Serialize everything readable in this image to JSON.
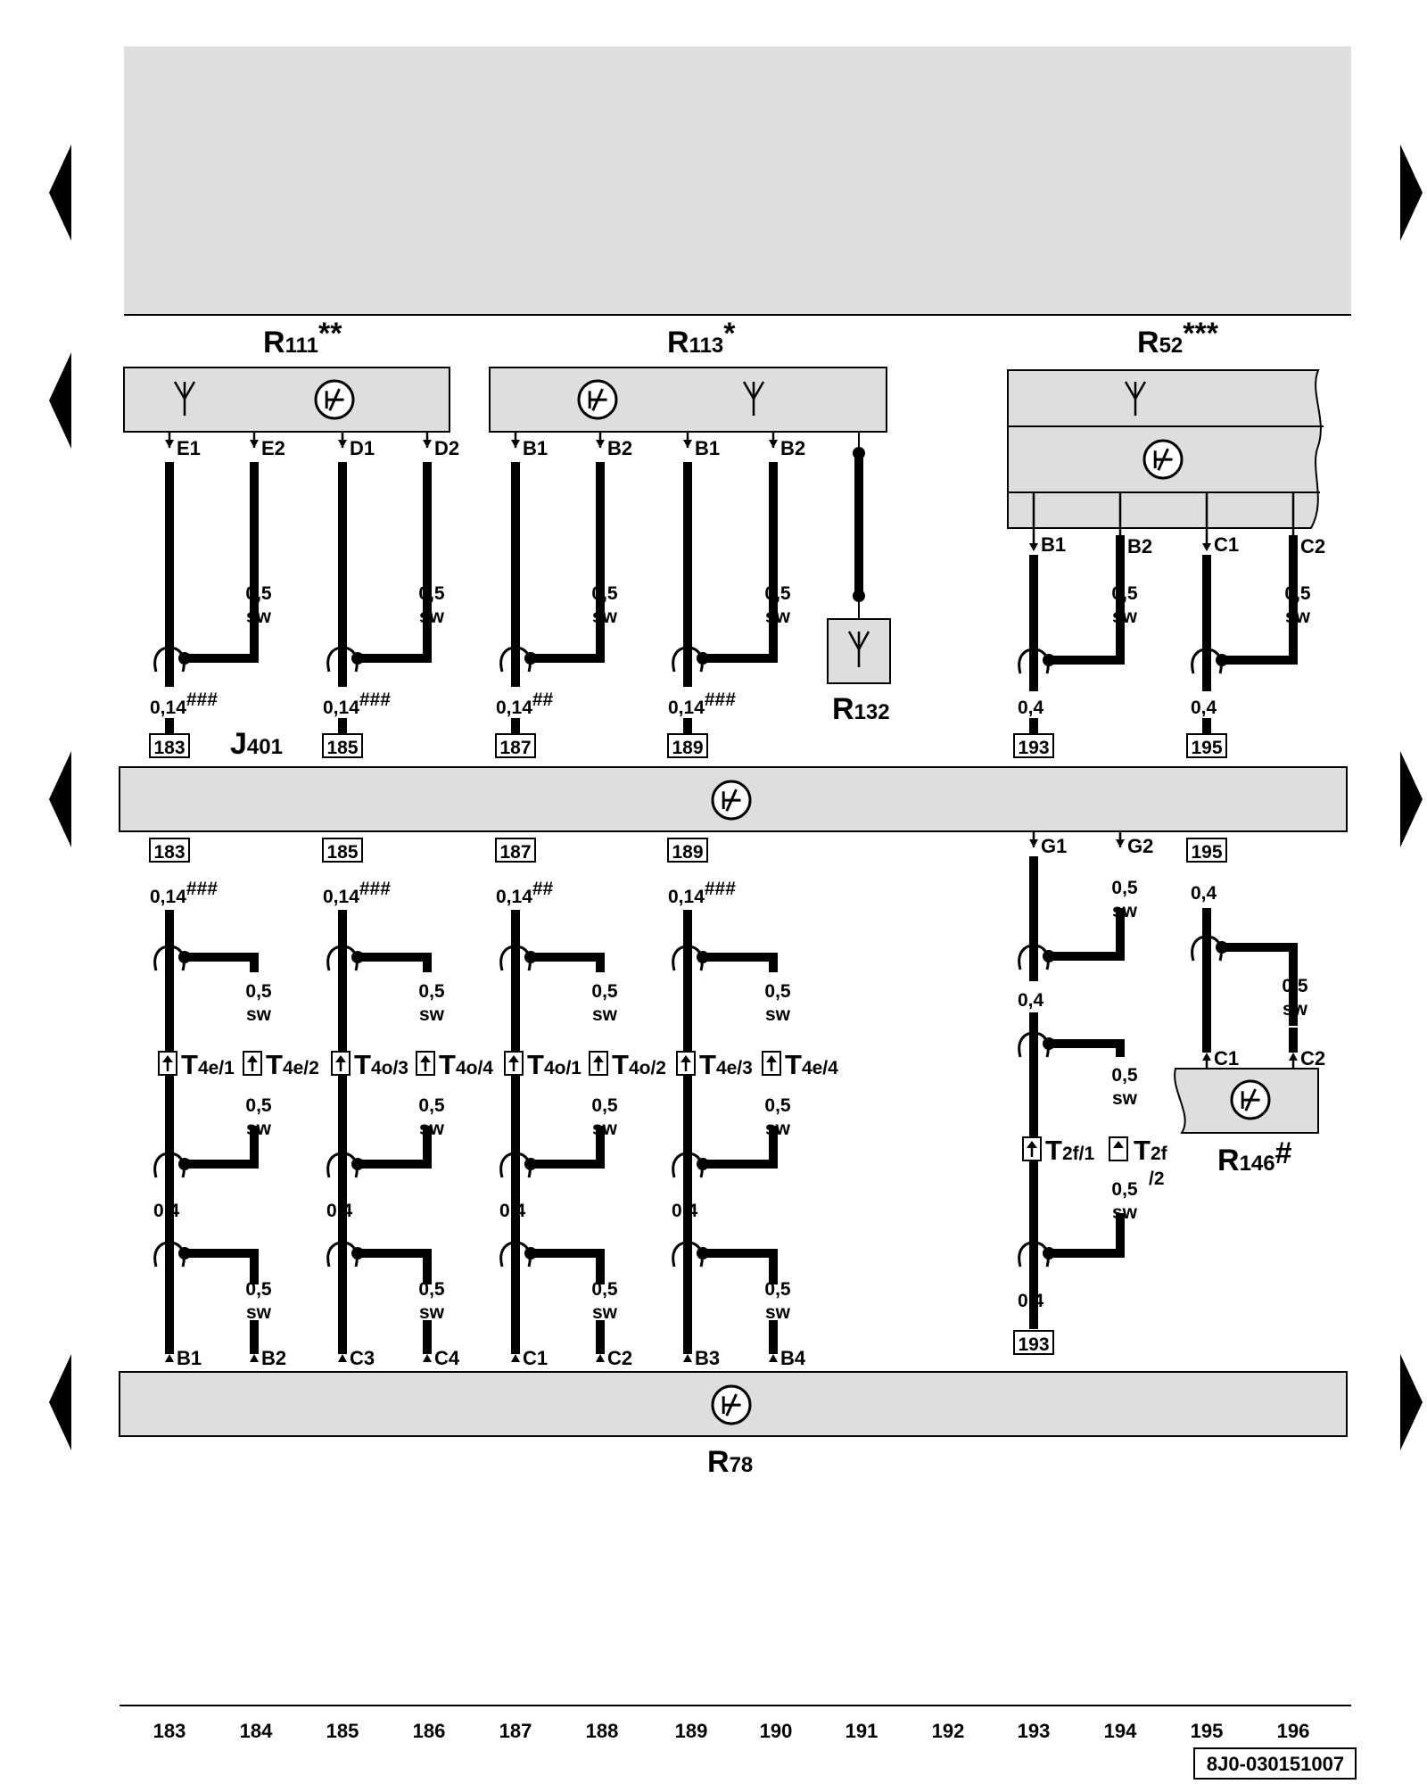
{
  "components": {
    "r111": {
      "name": "R",
      "sub": "111",
      "mark": "**"
    },
    "r113": {
      "name": "R",
      "sub": "113",
      "mark": "*"
    },
    "r52": {
      "name": "R",
      "sub": "52",
      "mark": "***"
    },
    "r132": {
      "name": "R",
      "sub": "132",
      "mark": ""
    },
    "j401": {
      "name": "J",
      "sub": "401",
      "mark": ""
    },
    "r78": {
      "name": "R",
      "sub": "78",
      "mark": ""
    },
    "r146": {
      "name": "R",
      "sub": "146",
      "mark": "#"
    }
  },
  "pins": {
    "r111": [
      "E1",
      "E2",
      "D1",
      "D2"
    ],
    "r113": [
      "B1",
      "B2",
      "B1",
      "B2"
    ],
    "r52": [
      "B1",
      "B2",
      "C1",
      "C2"
    ],
    "r78": [
      "B1",
      "B2",
      "C3",
      "C4",
      "C1",
      "C2",
      "B3",
      "B4"
    ],
    "j401_lower": [
      "G1",
      "G2"
    ],
    "r146": [
      "C1",
      "C2"
    ]
  },
  "wire_specs": {
    "thin": "0,14",
    "mid": "0,4",
    "shield_size": "0,5",
    "shield_color": "sw",
    "marks": [
      "###",
      "###",
      "##",
      "###"
    ]
  },
  "refs": {
    "upper": [
      "183",
      "185",
      "187",
      "189",
      "193",
      "195"
    ],
    "lower": [
      "183",
      "185",
      "187",
      "189",
      "195"
    ],
    "bottom": "193"
  },
  "connectors": {
    "t4": [
      {
        "name": "T",
        "sub": "4e/1"
      },
      {
        "name": "T",
        "sub": "4e/2"
      },
      {
        "name": "T",
        "sub": "4o/3"
      },
      {
        "name": "T",
        "sub": "4o/4"
      },
      {
        "name": "T",
        "sub": "4o/1"
      },
      {
        "name": "T",
        "sub": "4o/2"
      },
      {
        "name": "T",
        "sub": "4e/3"
      },
      {
        "name": "T",
        "sub": "4e/4"
      }
    ],
    "t2f": [
      {
        "name": "T",
        "sub": "2f/1"
      },
      {
        "name": "T",
        "sub": "2f",
        "sub2": "/2"
      }
    ]
  },
  "columns": [
    "183",
    "184",
    "185",
    "186",
    "187",
    "188",
    "189",
    "190",
    "191",
    "192",
    "193",
    "194",
    "195",
    "196"
  ],
  "doc_code": "8J0-030151007",
  "icons": {
    "antenna": "antenna-icon",
    "speaker": "loudspeaker-icon",
    "arrow": "page-arrow-icon",
    "connector": "connector-pin-icon"
  },
  "colors": {
    "panel_fill": "#dedede",
    "line": "#000000"
  }
}
